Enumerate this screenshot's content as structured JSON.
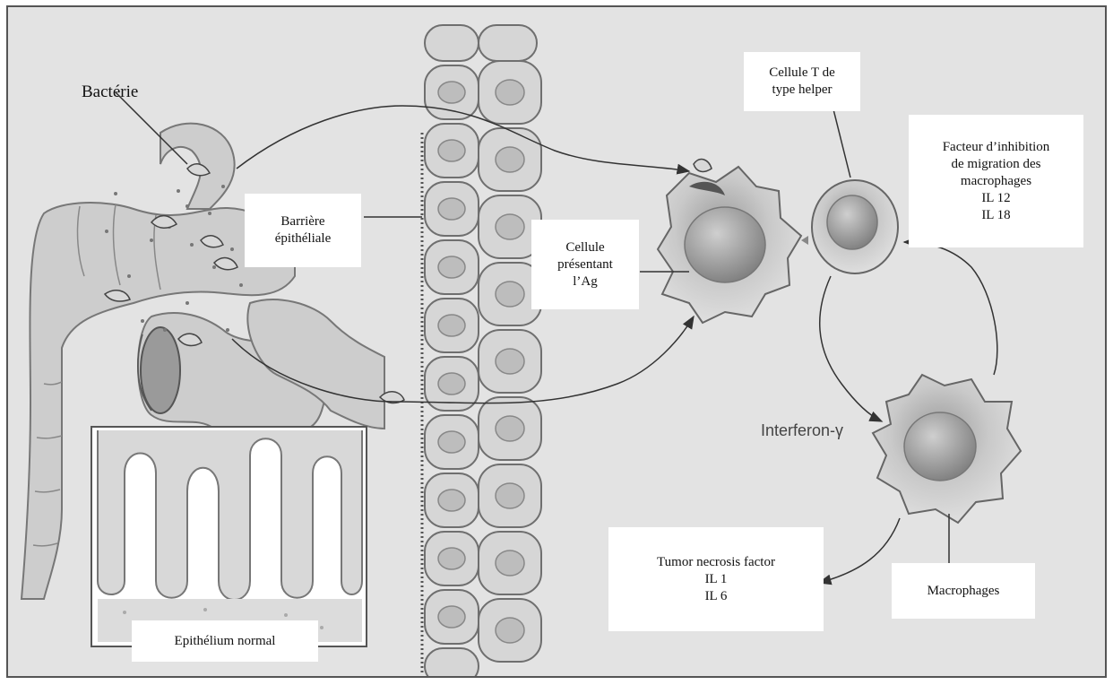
{
  "labels": {
    "bacterie": "Bactérie",
    "barriere": [
      "Barrière",
      "épithéliale"
    ],
    "cellule_presentant": [
      "Cellule",
      "présentant",
      "l’Ag"
    ],
    "cellule_t": [
      "Cellule T de",
      "type helper"
    ],
    "facteur": [
      "Facteur d’inhibition",
      "de migration des",
      "macrophages",
      "IL 12",
      "IL 18"
    ],
    "interferon": "Interferon-γ",
    "tumor": [
      "Tumor necrosis factor",
      "IL 1",
      "IL 6"
    ],
    "macrophages": "Macrophages",
    "epithelium": "Epithélium normal"
  },
  "colors": {
    "background": "#e3e3e3",
    "tissue": "#cfcfcf",
    "outline": "#6a6a6a",
    "label_box": "#ffffff"
  }
}
